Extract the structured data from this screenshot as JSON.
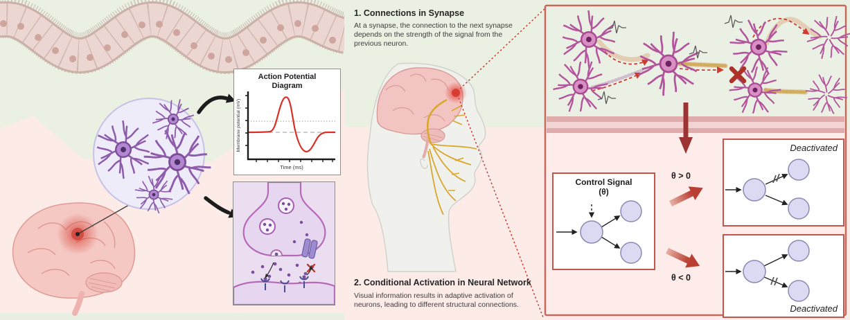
{
  "palette": {
    "bg_green": "#eaf0e2",
    "bg_pink": "#fcebe7",
    "panel_border_red": "#c4554a",
    "signal_red": "#cf3a30",
    "dark_red_arrow": "#9c3434",
    "neuron_purple": "#8d5cab",
    "neuron_magenta": "#b3559c",
    "nerve_yellow": "#d8a72b",
    "node_fill": "#dcdaf2"
  },
  "sections": {
    "synapse": {
      "heading": "1. Connections in Synapse",
      "body": "At a synapse, the connection to the next synapse depends on the strength of the signal from the previous neuron."
    },
    "conditional": {
      "heading": "2. Conditional Activation in Neural Network",
      "body": "Visual information results in adaptive  activation of neurons, leading to different structural connections."
    }
  },
  "action_potential": {
    "title": "Action Potential Diagram",
    "ylabel": "Membrane potential (mV)",
    "xlabel": "Time (ms)"
  },
  "control_diagram": {
    "control_label": "Control Signal (θ)",
    "theta_positive": "θ > 0",
    "theta_negative": "θ < 0",
    "deactivated_top": "Deactivated",
    "deactivated_bottom": "Deactivated"
  },
  "chart_data": {
    "type": "line",
    "title": "Action Potential Diagram",
    "xlabel": "Time (ms)",
    "ylabel": "Membrane potential (mV)",
    "x": [
      0,
      1,
      2,
      2.5,
      3,
      3.5,
      4,
      4.5,
      5,
      6,
      7,
      8
    ],
    "y": [
      -70,
      -70,
      -68,
      -30,
      40,
      -10,
      -70,
      -88,
      -90,
      -80,
      -71,
      -70
    ],
    "reference_lines": [
      "threshold (dotted)",
      "resting potential (dashed)"
    ],
    "axis_ticks_labeled": false,
    "grid": false
  }
}
